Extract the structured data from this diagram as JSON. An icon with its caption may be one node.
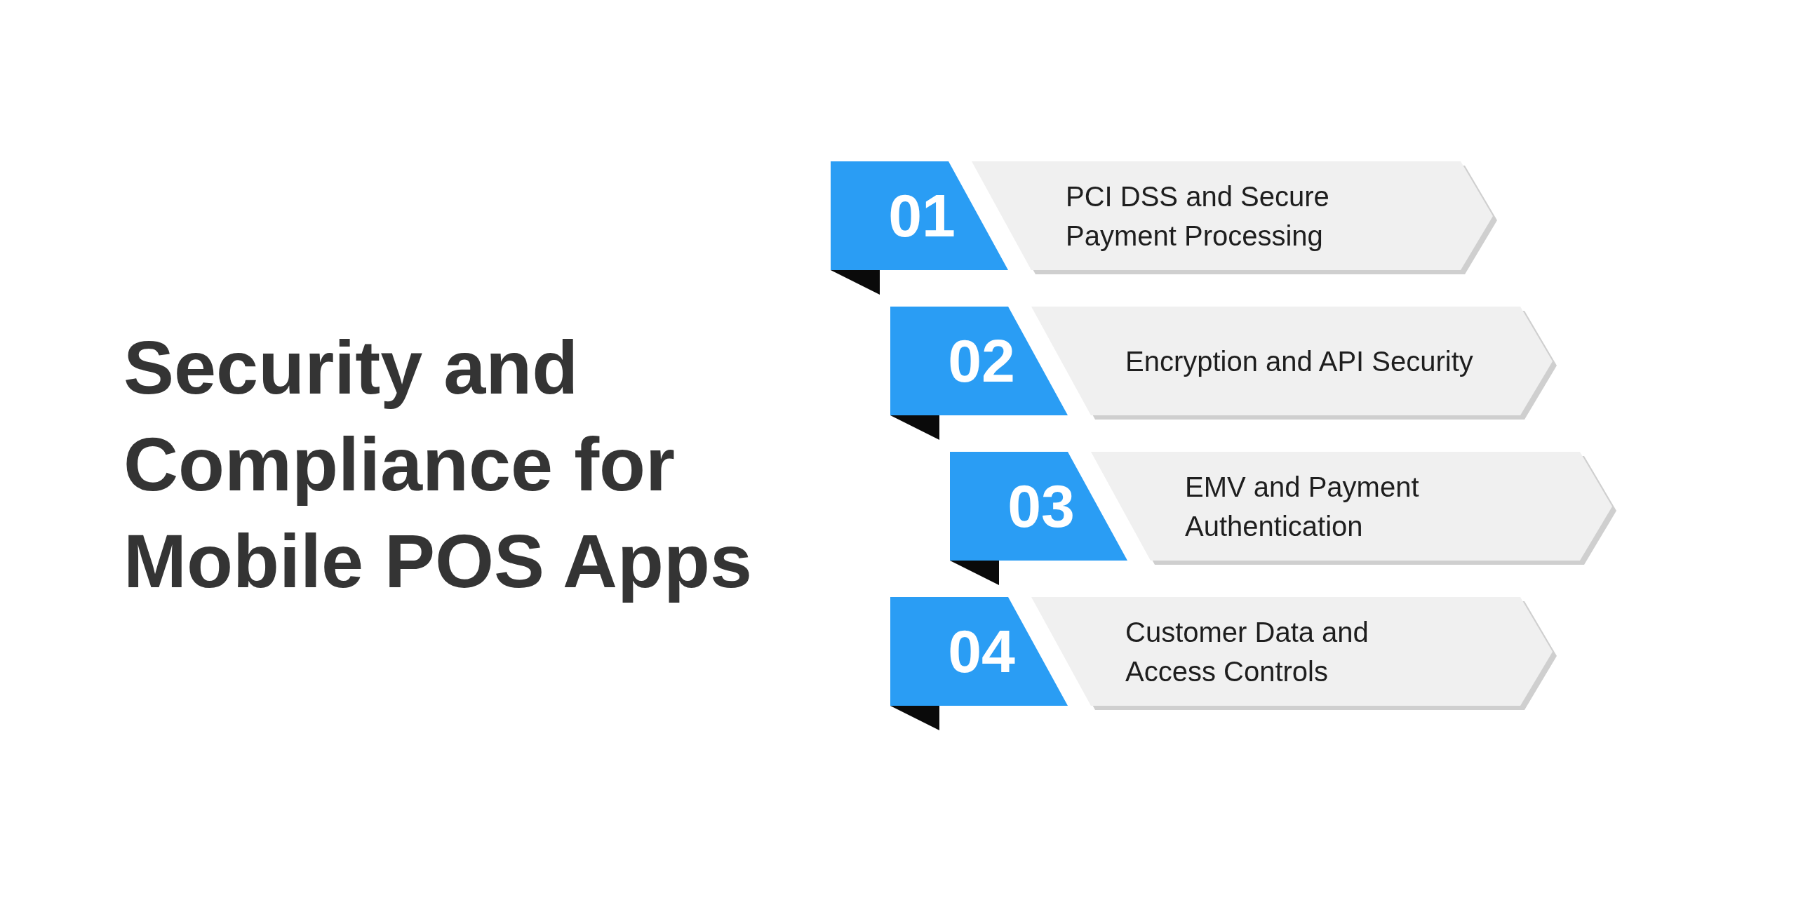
{
  "diagram": {
    "title": "Security and Compliance for Mobile POS Apps",
    "nodes": [
      {
        "text": [
          "01",
          "PCI DSS and Secure Payment Processing"
        ]
      },
      {
        "text": [
          "02",
          "Encryption and API Security"
        ]
      },
      {
        "text": [
          "03",
          "EMV and Payment Authentication"
        ]
      },
      {
        "text": [
          "04",
          "Customer Data and Access Controls"
        ]
      }
    ]
  }
}
